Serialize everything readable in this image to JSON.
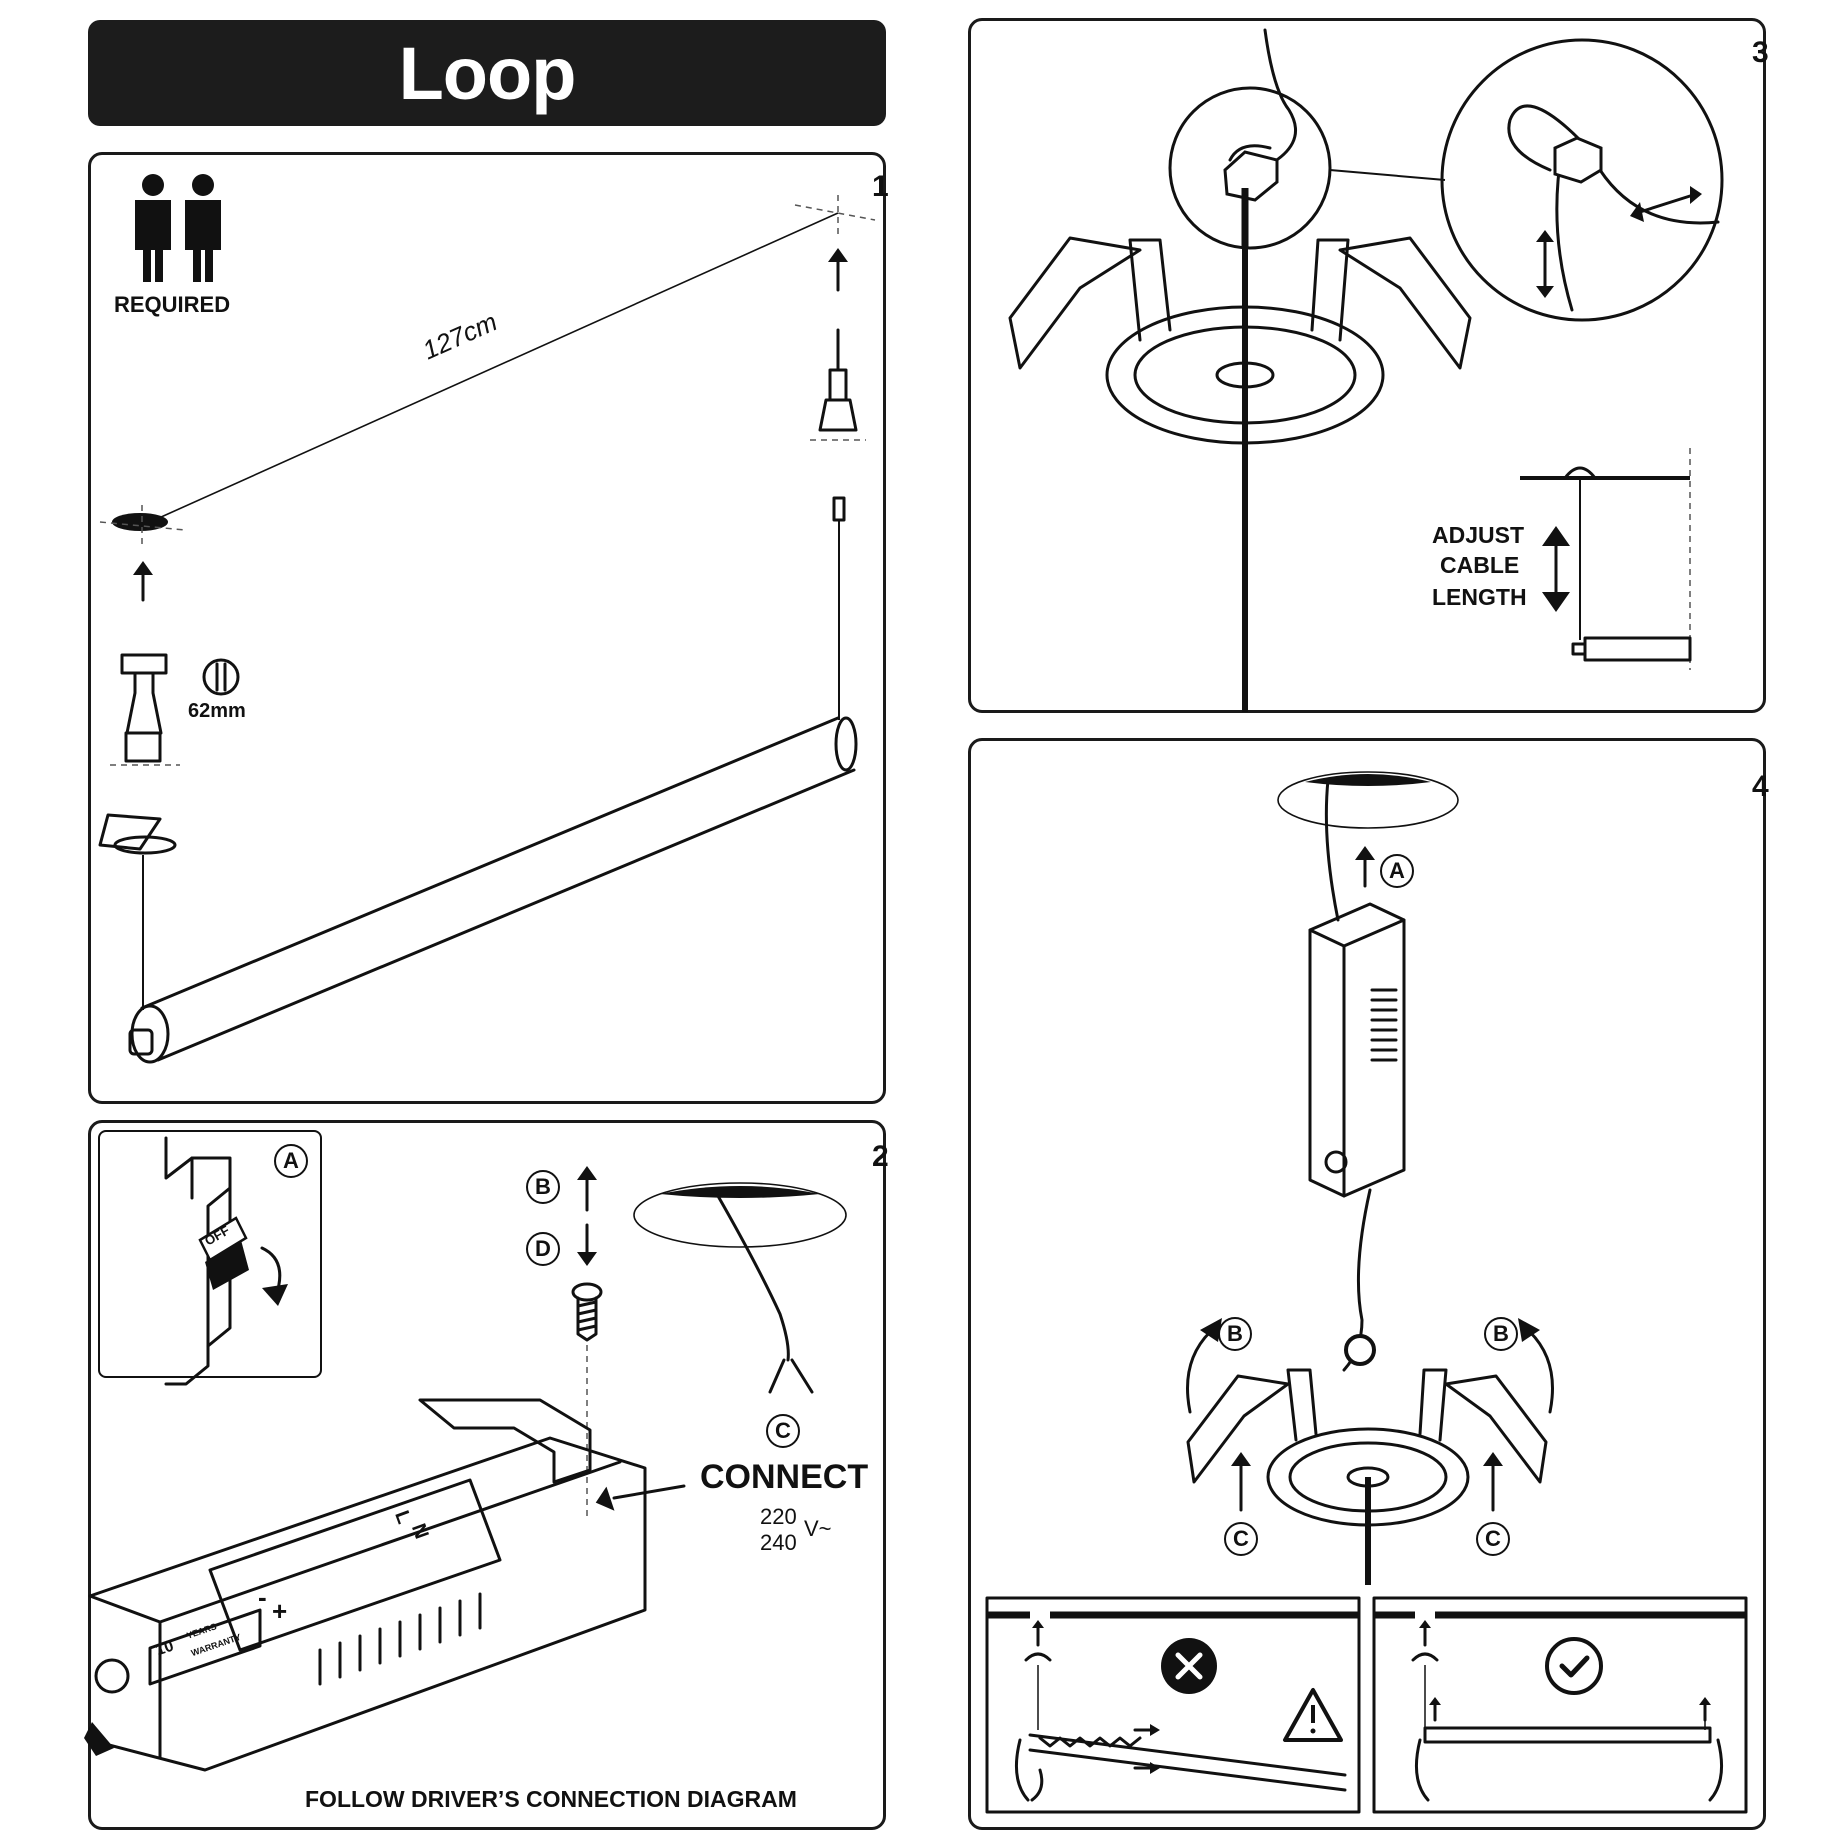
{
  "title": "Loop",
  "steps": {
    "s1": {
      "number": "1",
      "required": "REQUIRED",
      "length": "127cm",
      "drill": "62mm"
    },
    "s2": {
      "number": "2",
      "a": "A",
      "b": "B",
      "c": "C",
      "d": "D",
      "switch": "OFF",
      "connect": "CONNECT",
      "v1": "220",
      "v2": "240",
      "vunit": "V~",
      "footer": "FOLLOW DRIVER’S CONNECTION DIAGRAM",
      "terminal_n": "N",
      "terminal_l": "L",
      "terminal_minus": "-",
      "terminal_plus": "+",
      "warranty1": "10",
      "warranty2": "YEARS",
      "warranty3": "WARRANTY"
    },
    "s3": {
      "number": "3",
      "adjust1": "ADJUST",
      "adjust2": "CABLE",
      "adjust3": "LENGTH"
    },
    "s4": {
      "number": "4",
      "a": "A",
      "b": "B",
      "c": "C"
    }
  },
  "colors": {
    "ink": "#111111",
    "background": "#ffffff",
    "title_bar": "#1c1c1c"
  },
  "icons": [
    "two-people-icon",
    "drill-bit-icon",
    "off-switch-icon",
    "screw-icon",
    "cross-circle-icon",
    "warning-triangle-icon",
    "check-circle-icon"
  ]
}
